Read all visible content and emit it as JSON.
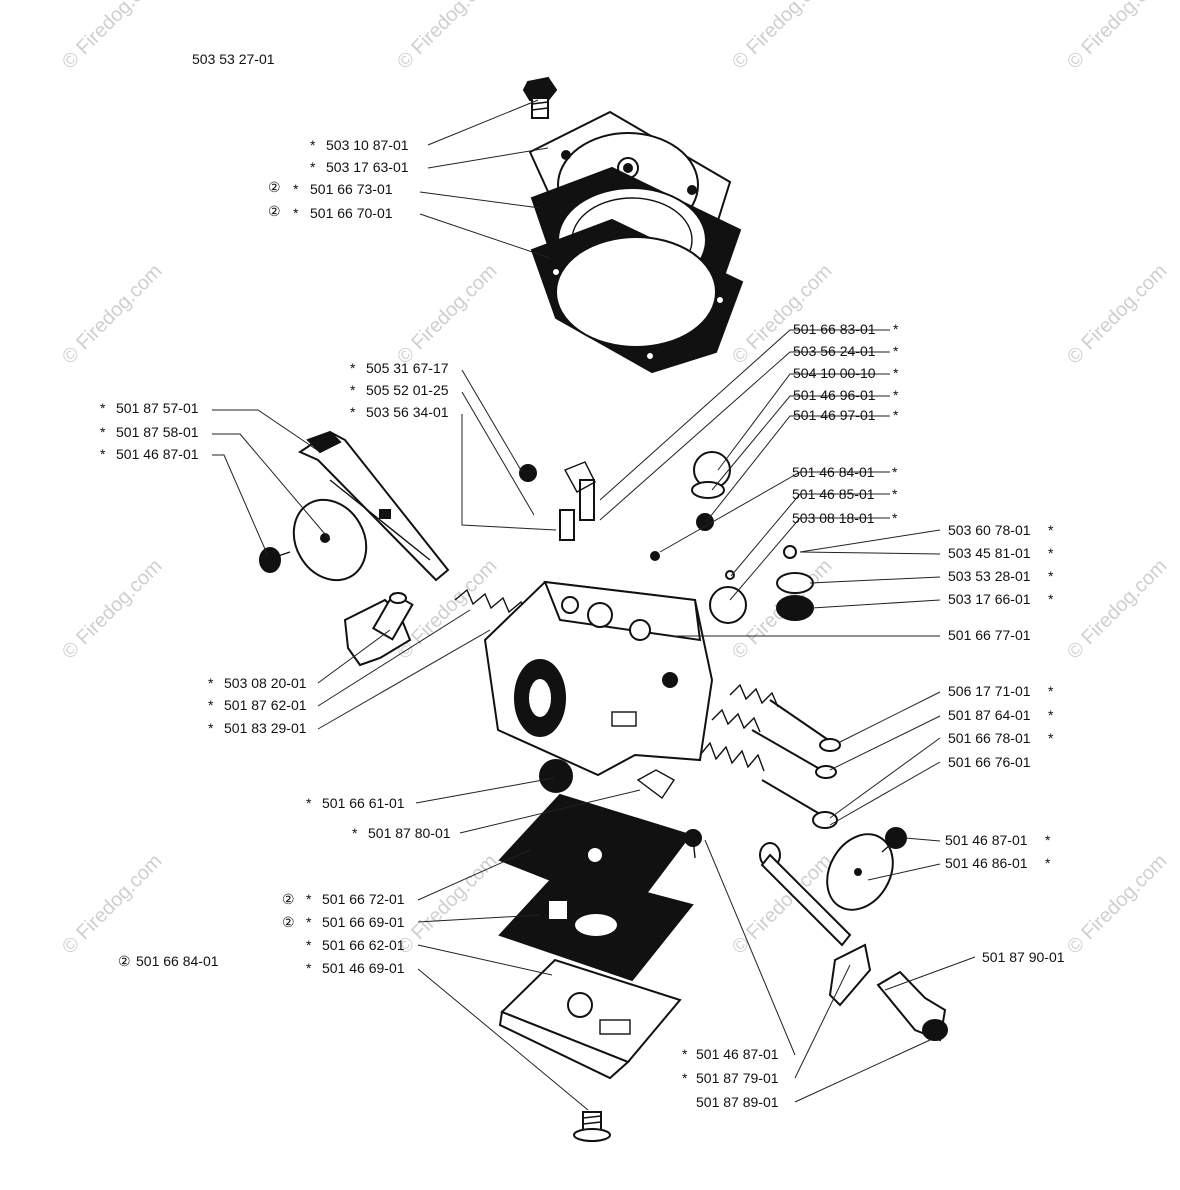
{
  "header": {
    "assembly_number": "503 53 27-01"
  },
  "kit_note": {
    "symbol": "②",
    "part": "501 66 84-01"
  },
  "watermark": "© Firedog.com",
  "labels": [
    {
      "id": "l1",
      "part": "503 10 87-01",
      "star": "*",
      "circle": ""
    },
    {
      "id": "l2",
      "part": "503 17 63-01",
      "star": "*",
      "circle": ""
    },
    {
      "id": "l3",
      "part": "501 66 73-01",
      "star": "*",
      "circle": "②"
    },
    {
      "id": "l4",
      "part": "501 66 70-01",
      "star": "*",
      "circle": "②"
    },
    {
      "id": "l5",
      "part": "505 31 67-17",
      "star": "*",
      "circle": ""
    },
    {
      "id": "l6",
      "part": "505 52 01-25",
      "star": "*",
      "circle": ""
    },
    {
      "id": "l7",
      "part": "503 56 34-01",
      "star": "*",
      "circle": ""
    },
    {
      "id": "l8",
      "part": "501 87 57-01",
      "star": "*",
      "circle": ""
    },
    {
      "id": "l9",
      "part": "501 87 58-01",
      "star": "*",
      "circle": ""
    },
    {
      "id": "l10",
      "part": "501 46 87-01",
      "star": "*",
      "circle": ""
    },
    {
      "id": "l11",
      "part": "501 66 83-01",
      "star": "*",
      "circle": ""
    },
    {
      "id": "l12",
      "part": "503 56 24-01",
      "star": "*",
      "circle": ""
    },
    {
      "id": "l13",
      "part": "504 10 00-10",
      "star": "*",
      "circle": ""
    },
    {
      "id": "l14",
      "part": "501 46 96-01",
      "star": "*",
      "circle": ""
    },
    {
      "id": "l15",
      "part": "501 46 97-01",
      "star": "*",
      "circle": ""
    },
    {
      "id": "l16",
      "part": "501 46 84-01",
      "star": "*",
      "circle": ""
    },
    {
      "id": "l17",
      "part": "501 46 85-01",
      "star": "*",
      "circle": ""
    },
    {
      "id": "l18",
      "part": "503 08 18-01",
      "star": "*",
      "circle": ""
    },
    {
      "id": "l19",
      "part": "503 60 78-01",
      "star": "*",
      "circle": ""
    },
    {
      "id": "l20",
      "part": "503 45 81-01",
      "star": "*",
      "circle": ""
    },
    {
      "id": "l21",
      "part": "503 53 28-01",
      "star": "*",
      "circle": ""
    },
    {
      "id": "l22",
      "part": "503 17 66-01",
      "star": "*",
      "circle": ""
    },
    {
      "id": "l23",
      "part": "501 66 77-01",
      "star": "",
      "circle": ""
    },
    {
      "id": "l24",
      "part": "503 08 20-01",
      "star": "*",
      "circle": ""
    },
    {
      "id": "l25",
      "part": "501 87 62-01",
      "star": "*",
      "circle": ""
    },
    {
      "id": "l26",
      "part": "501 83 29-01",
      "star": "*",
      "circle": ""
    },
    {
      "id": "l27",
      "part": "506 17 71-01",
      "star": "*",
      "circle": ""
    },
    {
      "id": "l28",
      "part": "501 87 64-01",
      "star": "*",
      "circle": ""
    },
    {
      "id": "l29",
      "part": "501 66 78-01",
      "star": "*",
      "circle": ""
    },
    {
      "id": "l30",
      "part": "501 66 76-01",
      "star": "",
      "circle": ""
    },
    {
      "id": "l31",
      "part": "501 66 61-01",
      "star": "*",
      "circle": ""
    },
    {
      "id": "l32",
      "part": "501 87 80-01",
      "star": "*",
      "circle": ""
    },
    {
      "id": "l33",
      "part": "501 46 87-01",
      "star": "*",
      "circle": ""
    },
    {
      "id": "l34",
      "part": "501 46 86-01",
      "star": "*",
      "circle": ""
    },
    {
      "id": "l35",
      "part": "501 66 72-01",
      "star": "*",
      "circle": "②"
    },
    {
      "id": "l36",
      "part": "501 66 69-01",
      "star": "*",
      "circle": "②"
    },
    {
      "id": "l37",
      "part": "501 66 62-01",
      "star": "*",
      "circle": ""
    },
    {
      "id": "l38",
      "part": "501 46 69-01",
      "star": "*",
      "circle": ""
    },
    {
      "id": "l39",
      "part": "501 87 90-01",
      "star": "",
      "circle": ""
    },
    {
      "id": "l40",
      "part": "501 46 87-01",
      "star": "*",
      "circle": ""
    },
    {
      "id": "l41",
      "part": "501 87 79-01",
      "star": "*",
      "circle": ""
    },
    {
      "id": "l42",
      "part": "501 87 89-01",
      "star": "",
      "circle": ""
    }
  ]
}
